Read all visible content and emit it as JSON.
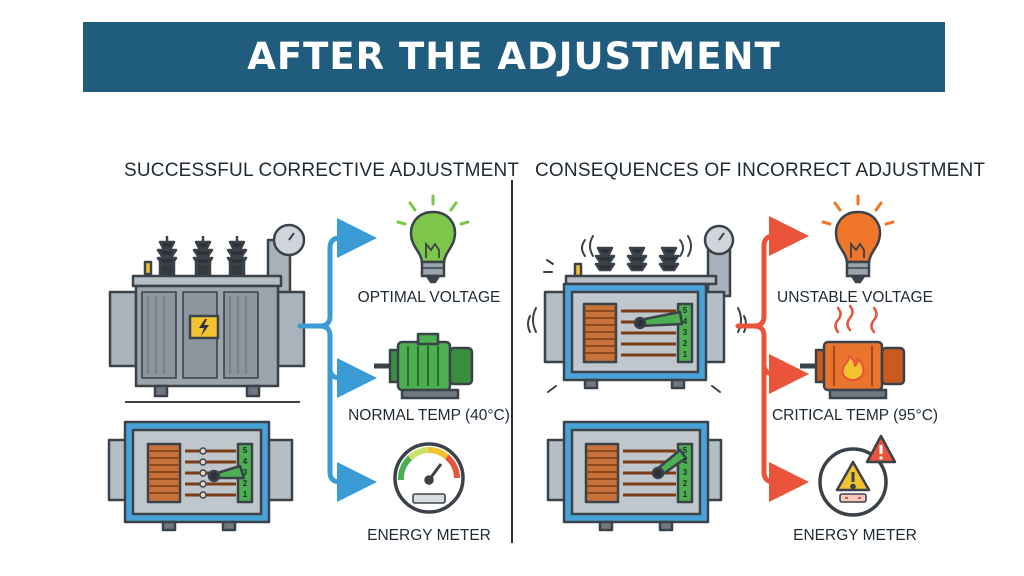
{
  "header": {
    "title": "AFTER THE ADJUSTMENT"
  },
  "left_panel": {
    "heading": "SUCCESSFUL CORRECTIVE ADJUSTMENT",
    "outcomes": [
      {
        "label": "OPTIMAL VOLTAGE",
        "icon": "lightbulb-on-icon"
      },
      {
        "label": "NORMAL TEMP (40°C)",
        "icon": "motor-icon"
      },
      {
        "label": "ENERGY METER",
        "icon": "energy-meter-icon"
      }
    ]
  },
  "right_panel": {
    "heading": "CONSEQUENCES OF INCORRECT ADJUSTMENT",
    "outcomes": [
      {
        "label": "UNSTABLE VOLTAGE",
        "icon": "lightbulb-warning-icon"
      },
      {
        "label": "CRITICAL TEMP (95°C)",
        "icon": "overheating-motor-icon"
      },
      {
        "label": "ENERGY METER",
        "icon": "warning-meter-icon"
      }
    ]
  },
  "tap_changer_positions": [
    "5",
    "4",
    "3",
    "2",
    "1"
  ],
  "colors": {
    "banner": "#1f5c7d",
    "success_arrow": "#3a9bd5",
    "failure_arrow": "#e8533a",
    "bulb_green": "#7dc84a",
    "bulb_orange": "#f0772a",
    "motor_green": "#4caf50",
    "motor_orange": "#e8742d",
    "tank_gray": "#9aa4ad",
    "core_blue": "#4aa3d8",
    "copper": "#c8723a"
  }
}
